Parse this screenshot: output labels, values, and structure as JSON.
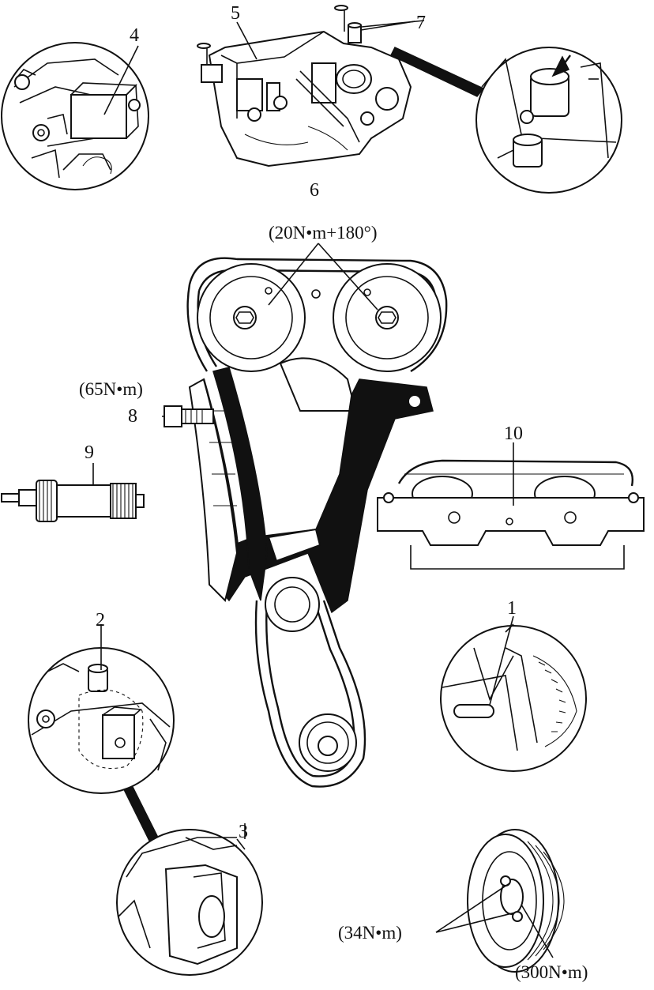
{
  "labels": {
    "n1": "1",
    "n2": "2",
    "n3": "3",
    "n4": "4",
    "n5": "5",
    "n6": "6",
    "n7": "7",
    "n8": "8",
    "n9": "9",
    "n10": "10"
  },
  "torques": {
    "camshaft_bolts": "(20N•m+180°)",
    "tensioner_bolt": "(65N•m)",
    "pulley_small_bolts": "(34N•m)",
    "pulley_center_bolt": "(300N•m)"
  }
}
